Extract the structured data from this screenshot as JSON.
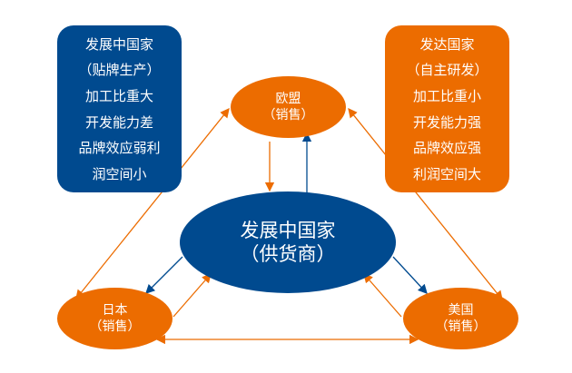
{
  "left_box": {
    "lines": [
      "发展中国家",
      "（贴牌生产）",
      "加工比重大",
      "开发能力差",
      "品牌效应弱利",
      "润空间小"
    ]
  },
  "right_box": {
    "lines": [
      "发达国家",
      "（自主研发）",
      "加工比重小",
      "开发能力强",
      "品牌效应强",
      "利润空间大"
    ]
  },
  "center": {
    "title": "发展中国家",
    "subtitle": "（供货商）"
  },
  "eu": {
    "title": "欧盟",
    "subtitle": "（销售）"
  },
  "japan": {
    "title": "日本",
    "subtitle": "（销售）"
  },
  "usa": {
    "title": "美国",
    "subtitle": "（销售）"
  },
  "colors": {
    "blue": "#004a8f",
    "orange": "#ec6c00"
  }
}
